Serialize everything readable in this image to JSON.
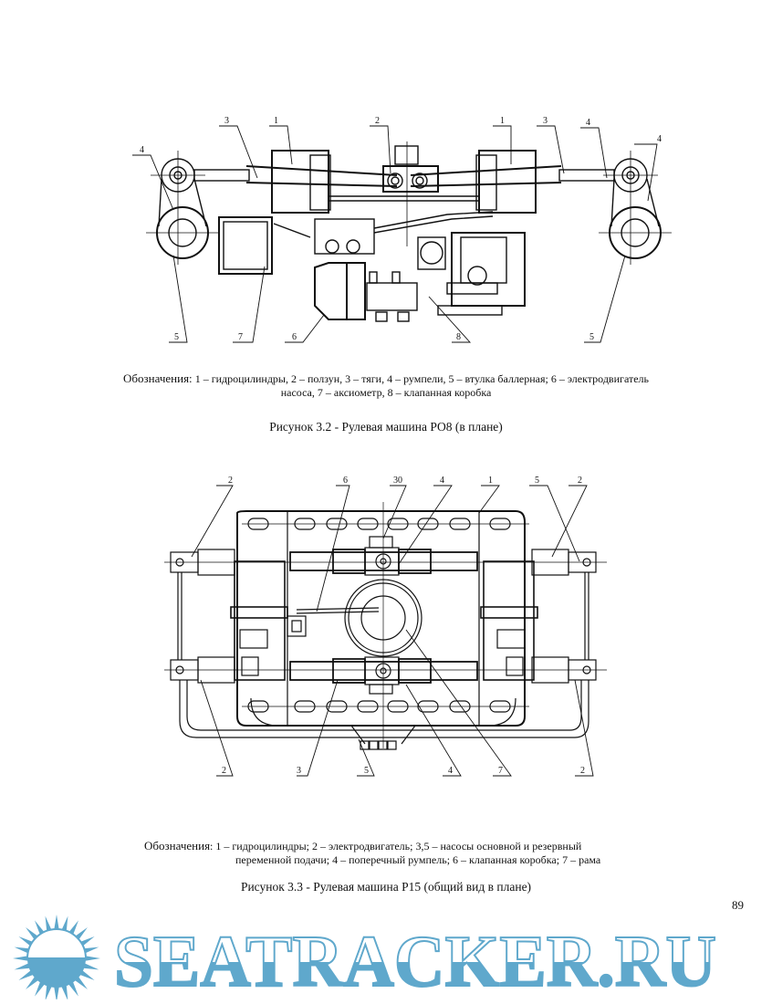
{
  "figure1": {
    "callouts": {
      "top_left_4": "4",
      "top_3": "3",
      "top_1": "1",
      "top_2": "2",
      "top_1b": "1",
      "top_3b": "3",
      "top_4b": "4",
      "top_4c": "4",
      "bottom_5": "5",
      "bottom_7": "7",
      "bottom_6": "6",
      "bottom_8": "8",
      "bottom_5b": "5"
    },
    "legend_lead": "Обозначения:",
    "legend_line1": "1 – гидроцилиндры, 2 – ползун, 3 – тяги, 4 – румпели, 5 – втулка баллерная; 6 – электродвигатель",
    "legend_line2": "насоса, 7 – аксиометр, 8 – клапанная коробка",
    "caption": "Рисунок 3.2 - Рулевая машина РО8 (в плане)"
  },
  "figure2": {
    "callouts": {
      "top_2": "2",
      "top_6": "6",
      "top_30": "30",
      "top_4": "4",
      "top_1": "1",
      "top_5": "5",
      "top_2b": "2",
      "bottom_2": "2",
      "bottom_3": "3",
      "bottom_5": "5",
      "bottom_4": "4",
      "bottom_7": "7",
      "bottom_2b": "2"
    },
    "legend_lead": "Обозначения",
    "legend_line1": ": 1 – гидроцилиндры; 2 – электродвигатель; 3,5 – насосы основной и резервный",
    "legend_line2": "переменной подачи; 4 – поперечный румпель; 6 – клапанная коробка; 7 – рама",
    "caption": "Рисунок 3.3 - Рулевая машина Р15 (общий вид в плане)"
  },
  "page_number": "89",
  "watermark": {
    "text": "SEATRACKER.RU",
    "color": "#5fa8cc"
  }
}
